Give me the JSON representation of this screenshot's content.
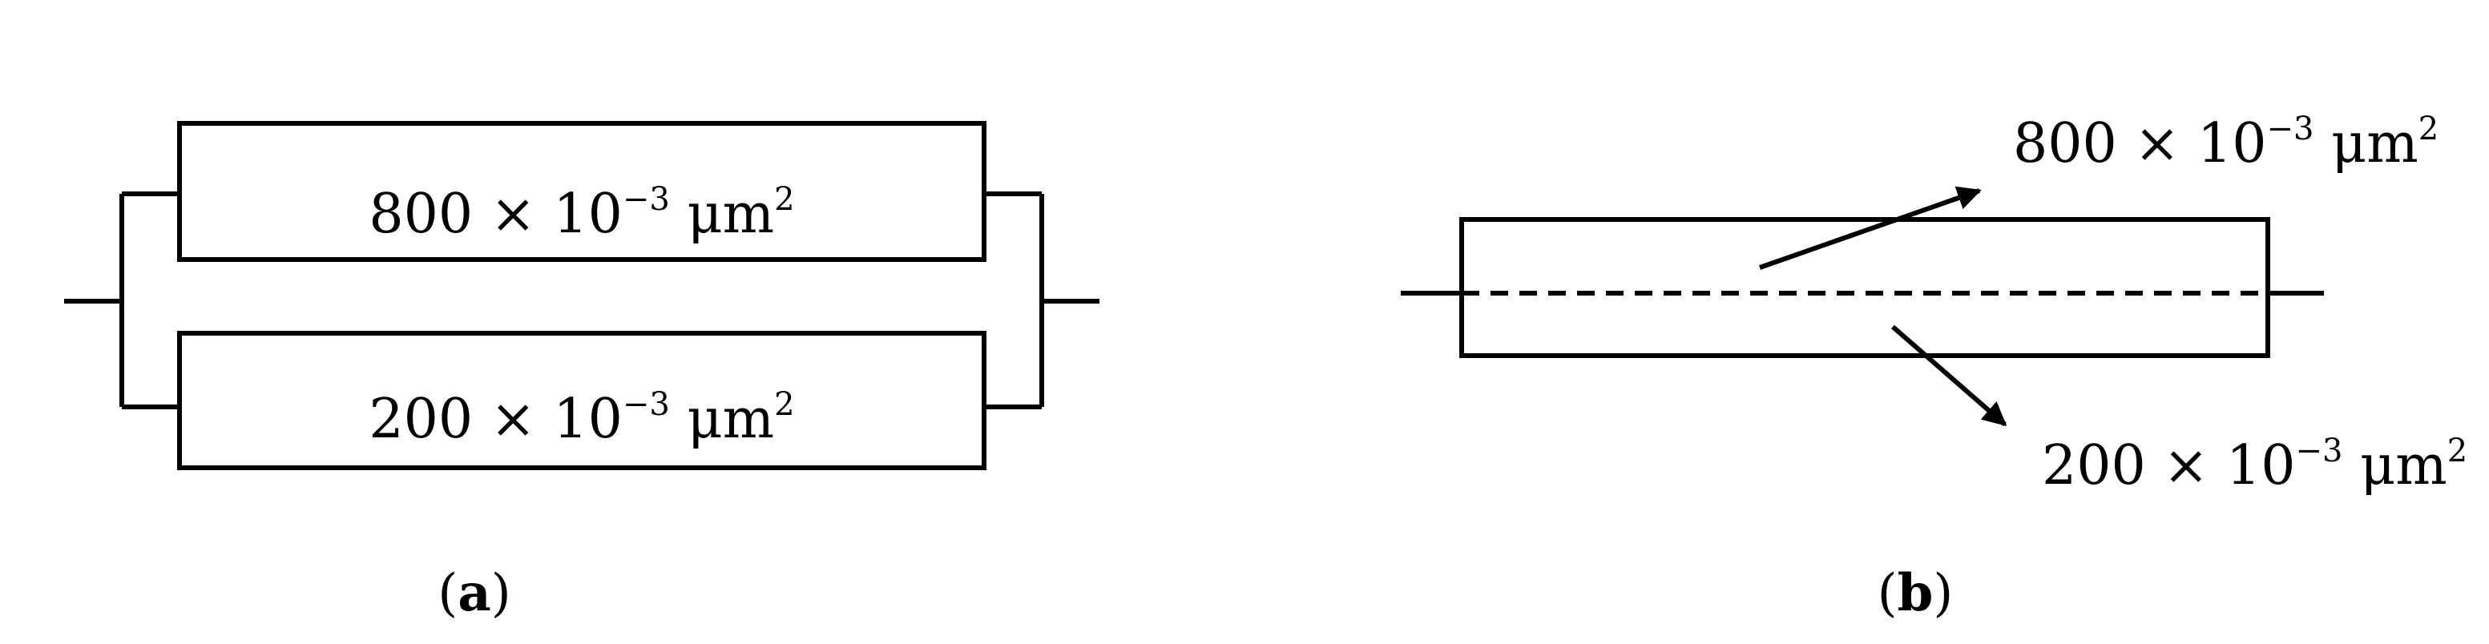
{
  "panels": {
    "a": {
      "caption_open": "(",
      "caption_letter": "a",
      "caption_close": ")",
      "top_area": {
        "value": "800 × 10",
        "exp": "−3",
        "unit": " μm",
        "unit_exp": "2"
      },
      "bottom_area": {
        "value": "200 × 10",
        "exp": "−3",
        "unit": " μm",
        "unit_exp": "2"
      }
    },
    "b": {
      "caption_open": "(",
      "caption_letter": "b",
      "caption_close": ")",
      "upper_area": {
        "value": "800 × 10",
        "exp": "−3",
        "unit": " μm",
        "unit_exp": "2"
      },
      "lower_area": {
        "value": "200 × 10",
        "exp": "−3",
        "unit": " μm",
        "unit_exp": "2"
      }
    }
  }
}
